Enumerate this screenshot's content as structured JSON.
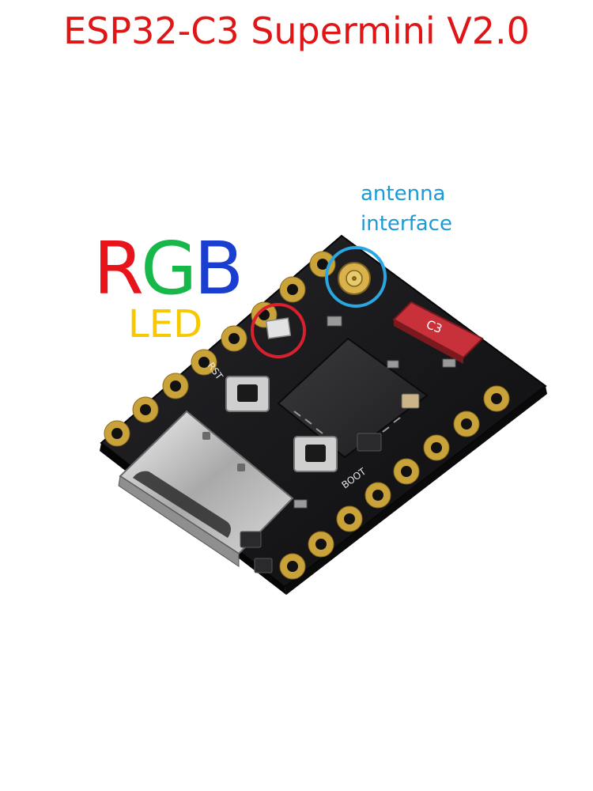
{
  "title": "ESP32-C3 Supermini V2.0",
  "antenna_label": {
    "line1": "antenna",
    "line2": "interface",
    "color": "#1a9bd7"
  },
  "rgb_label": {
    "letters": [
      {
        "char": "R",
        "color": "#e8141b"
      },
      {
        "char": "G",
        "color": "#16b84a"
      },
      {
        "char": "B",
        "color": "#1a3fd0"
      }
    ],
    "sub": "LED",
    "sub_color": "#f5c800"
  },
  "board_markings": {
    "chip_label": "C3",
    "button_1": "RST",
    "button_2": "BOOT"
  },
  "colors": {
    "title": "#e01616",
    "pcb": "#141416",
    "gold": "#caa23a",
    "led_circle": "#d9212e",
    "antenna_circle": "#2aa7e0"
  }
}
